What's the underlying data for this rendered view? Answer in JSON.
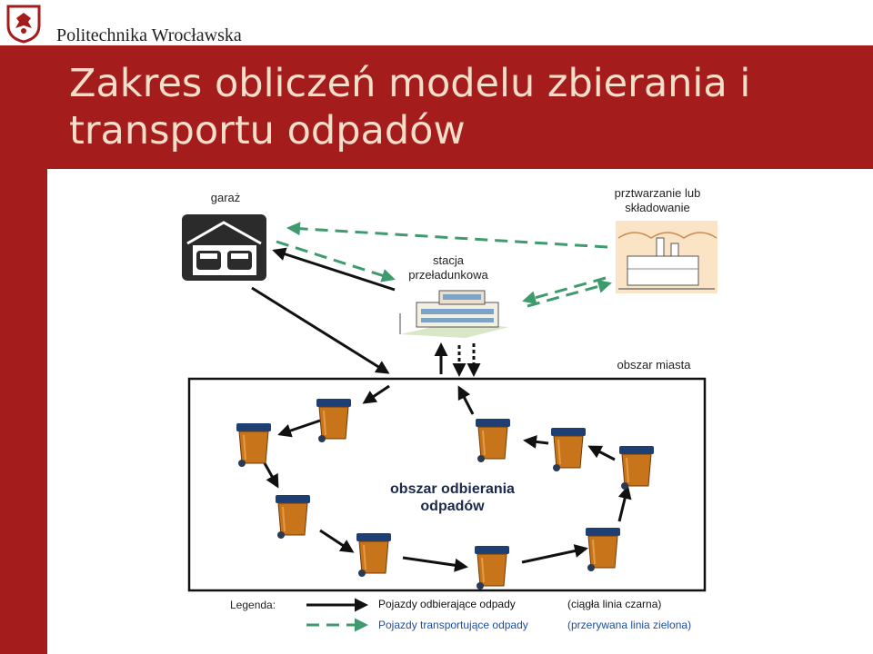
{
  "header": {
    "university": "Politechnika Wrocławska",
    "title": "Zakres obliczeń modelu zbierania i transportu odpadów"
  },
  "nodes": {
    "garage": "garaż",
    "processing": [
      "prztwarzanie lub",
      "składowanie"
    ],
    "station": [
      "stacja",
      "przeładunkowa"
    ],
    "city_area": "obszar miasta",
    "collection_area": [
      "obszar odbierania",
      "odpadów"
    ]
  },
  "legend": {
    "title": "Legenda:",
    "solid": {
      "label": "Pojazdy odbierające odpady",
      "description": "(ciągła linia czarna)"
    },
    "dashed": {
      "label": "Pojazdy transportujące odpady",
      "description": "(przerywana linia zielona)"
    }
  },
  "colors": {
    "brand": "#a51c1c",
    "title_text": "#f3dfc9",
    "dashed_line": "#3f9a6e",
    "bin": "#c8741a"
  }
}
